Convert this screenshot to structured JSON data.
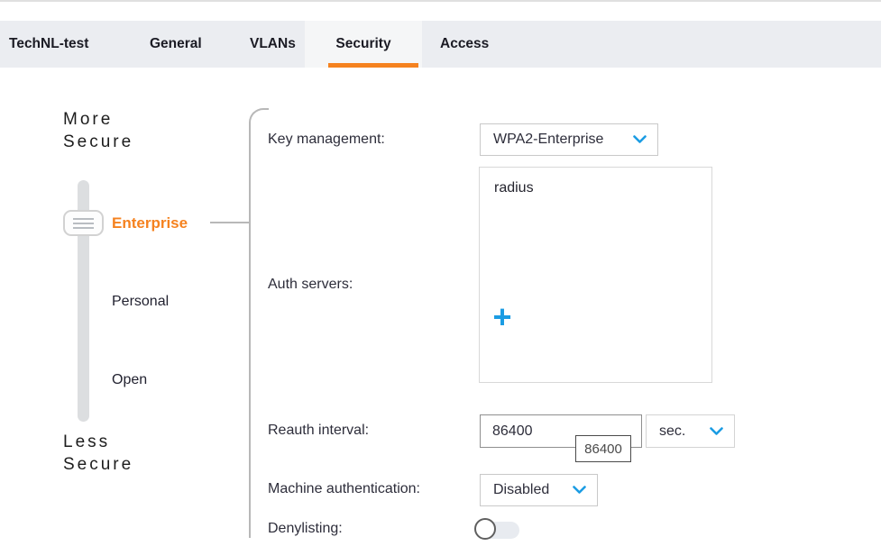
{
  "tabs": {
    "profile_name": "TechNL-test",
    "items": [
      {
        "label": "General",
        "active": false
      },
      {
        "label": "VLANs",
        "active": false
      },
      {
        "label": "Security",
        "active": true
      },
      {
        "label": "Access",
        "active": false
      }
    ]
  },
  "security_slider": {
    "more_label": "More Secure",
    "less_label": "Less Secure",
    "levels": [
      {
        "label": "Enterprise",
        "selected": true
      },
      {
        "label": "Personal",
        "selected": false
      },
      {
        "label": "Open",
        "selected": false
      }
    ]
  },
  "form": {
    "key_management": {
      "label": "Key management:",
      "value": "WPA2-Enterprise"
    },
    "auth_servers": {
      "label": "Auth servers:",
      "servers": [
        "radius"
      ],
      "add_label": "+"
    },
    "reauth_interval": {
      "label": "Reauth interval:",
      "value": "86400",
      "tooltip": "86400",
      "unit": "sec."
    },
    "machine_authentication": {
      "label": "Machine authentication:",
      "value": "Disabled"
    },
    "denylisting": {
      "label": "Denylisting:",
      "enabled": false
    }
  },
  "colors": {
    "accent_orange": "#f5821f",
    "accent_blue": "#1b9ce3"
  }
}
